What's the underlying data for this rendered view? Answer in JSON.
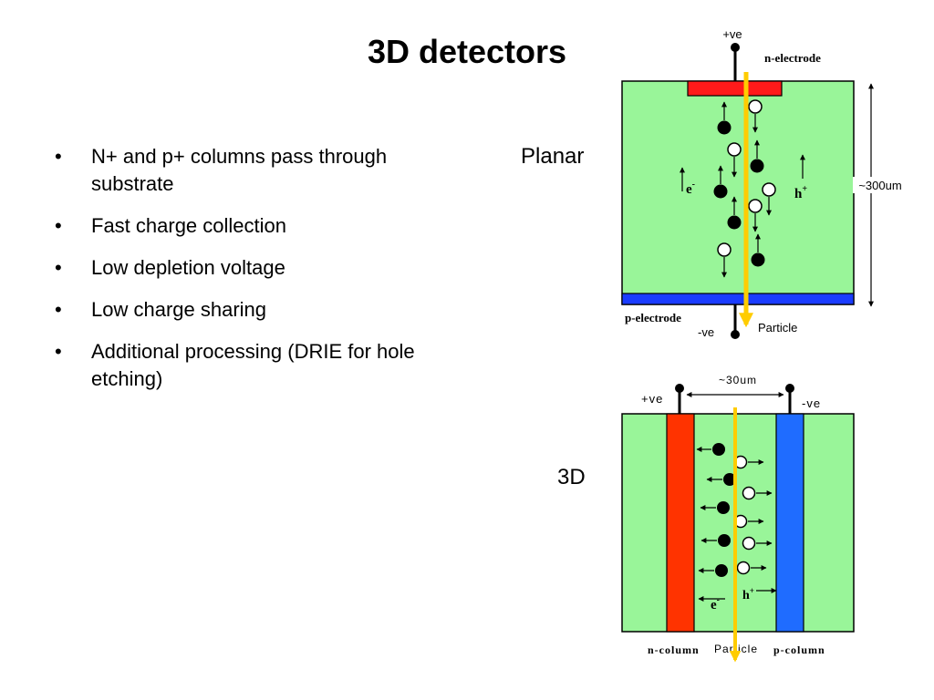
{
  "slide": {
    "title": "3D detectors",
    "bullet_symbol": "•",
    "bullets": [
      "N+ and p+ columns pass through substrate",
      "Fast charge collection",
      "Low depletion voltage",
      "Low charge sharing",
      "Additional processing (DRIE for hole etching)"
    ]
  },
  "planar": {
    "label": "Planar",
    "top_voltage": "+ve",
    "bottom_voltage": "-ve",
    "top_electrode": "n-electrode",
    "bottom_electrode": "p-electrode",
    "thickness": "~300um",
    "electron_label": "e",
    "electron_sup": "-",
    "hole_label": "h",
    "hole_sup": "+",
    "particle": "Particle"
  },
  "three_d": {
    "label": "3D",
    "left_voltage": "+ve",
    "right_voltage": "-ve",
    "spacing": "~30um",
    "left_column": "n-column",
    "right_column": "p-column",
    "particle": "Particle",
    "electron_label": "e",
    "electron_sup": "-",
    "hole_label": "h",
    "hole_sup": "+"
  },
  "colors": {
    "substrate": "#99f599",
    "n_electrode": "#ff1a1a",
    "p_electrode": "#1a3cff",
    "n_column": "#ff3300",
    "p_column": "#1f6cff",
    "particle_track": "#ffcc00"
  }
}
